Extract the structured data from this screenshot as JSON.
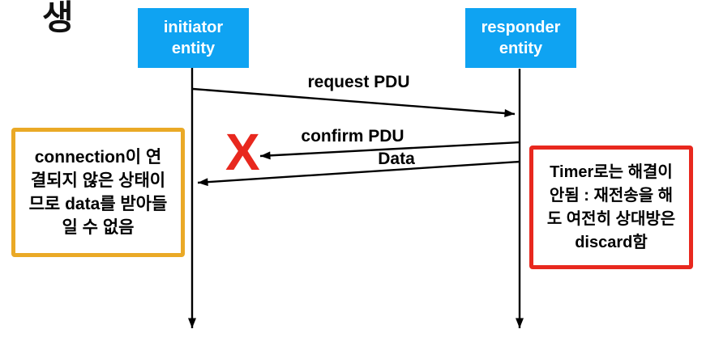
{
  "colors": {
    "entity_bg": "#0fa3f2",
    "entity_text": "#ffffff",
    "note_yellow": "#eaa926",
    "note_red": "#e8281e",
    "x_color": "#e8281e",
    "line_color": "#000000"
  },
  "stray_text": "생",
  "entities": [
    {
      "id": "initiator",
      "line1": "initiator",
      "line2": "entity"
    },
    {
      "id": "responder",
      "line1": "responder",
      "line2": "entity"
    }
  ],
  "messages": [
    {
      "label": "request PDU",
      "from": "initiator entity",
      "to": "responder entity"
    },
    {
      "label": "confirm PDU",
      "from": "responder entity",
      "to": "initiator entity",
      "status": "lost"
    },
    {
      "label": "Data",
      "from": "responder entity",
      "to": "initiator entity"
    }
  ],
  "x_mark": "X",
  "notes": {
    "left": {
      "lines": [
        "connection이 연",
        "결되지 않은 상태이",
        "므로 data를 받아들",
        "일 수 없음"
      ]
    },
    "right": {
      "lines": [
        "Timer로는 해결이",
        "안됨 : 재전송을 해",
        "도 여전히 상대방은",
        "discard함"
      ]
    }
  }
}
